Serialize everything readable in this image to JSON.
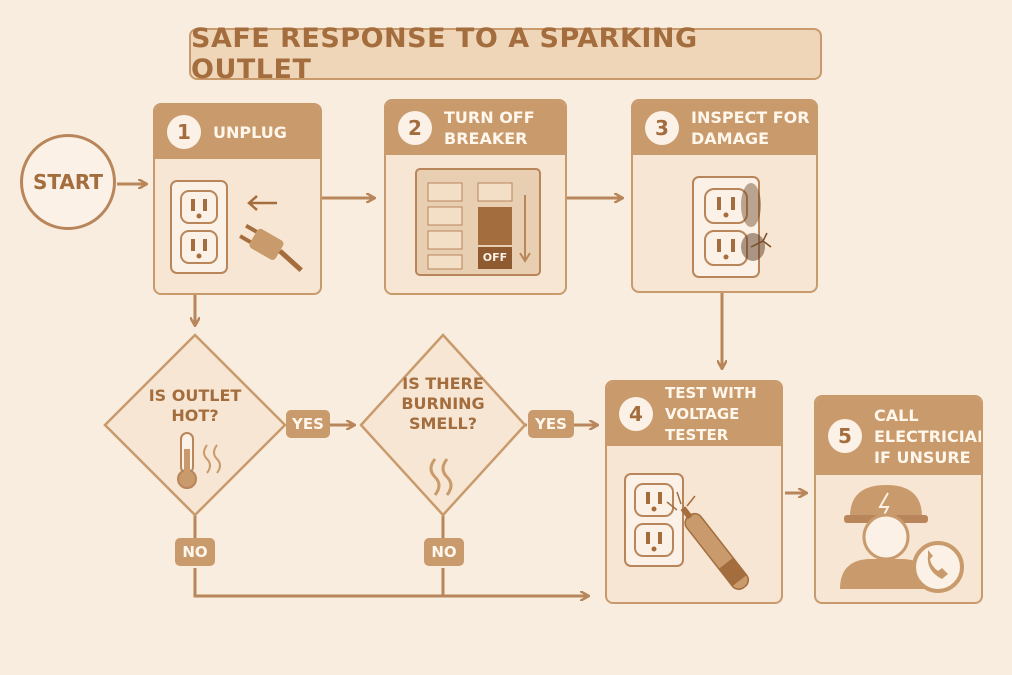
{
  "title": "SAFE RESPONSE TO A SPARKING OUTLET",
  "start": "START",
  "steps": [
    {
      "number": "1",
      "title": "UNPLUG"
    },
    {
      "number": "2",
      "title": "TURN OFF\nBREAKER",
      "breaker_label": "OFF"
    },
    {
      "number": "3",
      "title": "INSPECT FOR\nDAMAGE"
    },
    {
      "number": "4",
      "title": "TEST WITH\nVOLTAGE TESTER"
    },
    {
      "number": "5",
      "title": "CALL\nELECTRICIAN\nIF UNSURE"
    }
  ],
  "decisions": [
    {
      "question": "IS OUTLET\nHOT?",
      "icon": "thermometer-heat-icon"
    },
    {
      "question": "IS THERE\nBURNING\nSMELL?",
      "icon": "smoke-icon"
    }
  ],
  "branches": {
    "yes": "YES",
    "no": "NO"
  },
  "colors": {
    "background": "#f9ede0",
    "accent": "#c99a6c",
    "text": "#a46d3e",
    "line": "#b8865a"
  }
}
